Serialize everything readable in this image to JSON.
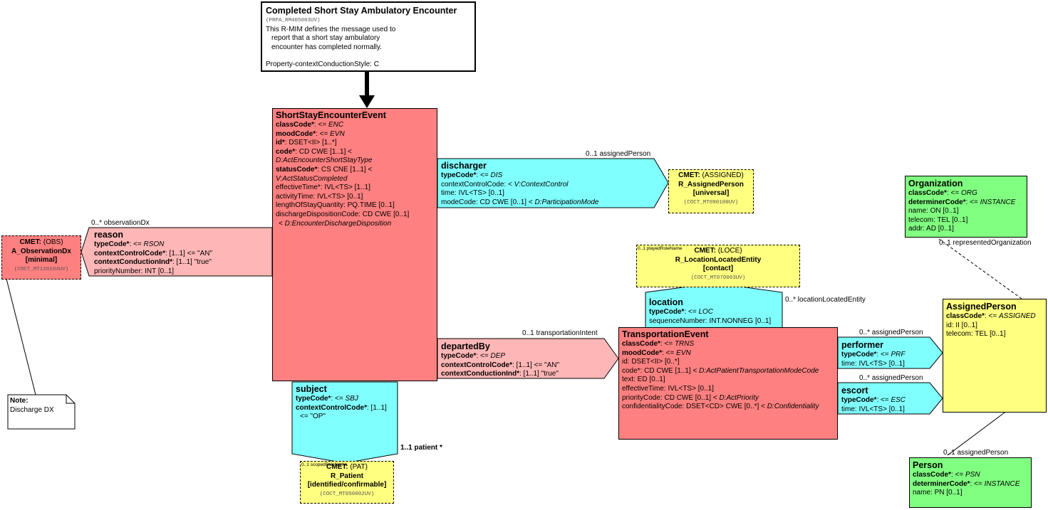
{
  "header": {
    "title": "Completed Short Stay Ambulatory Encounter",
    "id": "(PRPA_RM405003UV)",
    "desc1": "This R-MIM defines the message used to",
    "desc2": "report that a short stay ambulatory",
    "desc3": "encounter has completed normally.",
    "style": "Property-contextConductionStyle: C"
  },
  "shortstay": {
    "title": "ShortStayEncounterEvent",
    "l1a": "classCode*",
    "l1b": ": <= ",
    "l1c": "ENC",
    "l2a": "moodCode*",
    "l2b": ": <= ",
    "l2c": "EVN",
    "l3a": "id*",
    "l3b": ": DSET<II> [1..*]",
    "l4a": "code*",
    "l4b": ": CD CWE [1..1] <",
    "l5": "D:ActEncounterShortStayType",
    "l6a": "statusCode*",
    "l6b": ": CS CNE [1..1] <",
    "l7": "V:ActStatusCompleted",
    "l8": "effectiveTime*: IVL<TS> [1..1]",
    "l9": "activityTime: IVL<TS> [0..1]",
    "l10": "lengthOfStayQuantity: PQ.TIME [0..1]",
    "l11": "dischargeDispositionCode: CD CWE [0..1]",
    "l12": "< D:EncounterDischargeDisposition"
  },
  "discharger": {
    "title": "discharger",
    "l1a": "typeCode*",
    "l1b": ": <= ",
    "l1c": "DIS",
    "l2a": "contextControlCode: < ",
    "l2b": "V:ContextControl",
    "l3": "time: IVL<TS> [0..1]",
    "l4a": "modeCode: CD CWE [0..1] < ",
    "l4b": "D:ParticipationMode",
    "assoc": "0..1 assignedPerson"
  },
  "assignedCmet": {
    "l1a": "CMET:",
    "l1b": " (ASSIGNED)",
    "l2": "R_AssignedPerson",
    "l3": "[universal]",
    "l4": "(COCT_MT090100UV)"
  },
  "organization": {
    "title": "Organization",
    "l1a": "classCode*",
    "l1b": ": <= ",
    "l1c": "ORG",
    "l2a": "determinerCode*",
    "l2b": ": <= ",
    "l2c": "INSTANCE",
    "l3": "name: ON [0..1]",
    "l4": "telecom: TEL [0..1]",
    "l5": "addr: AD [0..1]",
    "assoc": "0..1 representedOrganization"
  },
  "obsCmet": {
    "l1a": "CMET:",
    "l1b": " (OBS)",
    "l2": "A_ObservationDx",
    "l3": "[minimal]",
    "l4": "(COCT_MT120104UV)"
  },
  "reason": {
    "title": "reason",
    "l1a": "typeCode*",
    "l1b": ": <= ",
    "l1c": "RSON",
    "l2a": "contextControlCode*",
    "l2b": ": [1..1] <= \"AN\"",
    "l3a": "contextConductionInd*",
    "l3b": ": [1..1] \"true\"",
    "l4": "priorityNumber: INT [0..1]",
    "assoc": "0..* observationDx"
  },
  "locationCmet": {
    "small": "0..1 playedRoleName",
    "l1a": "CMET:",
    "l1b": " (LOCE)",
    "l2": "R_LocationLocatedEntity",
    "l3": "[contact]",
    "l4": "(COCT_MT070003UV)"
  },
  "location": {
    "title": "location",
    "l1a": "typeCode*",
    "l1b": ": <= ",
    "l1c": "LOC",
    "l2": "sequenceNumber: INT.NONNEG [0..1]",
    "assoc": "0..* locationLocatedEntity"
  },
  "assignedPerson": {
    "title": "AssignedPerson",
    "l1a": "classCode*",
    "l1b": ": <= ",
    "l1c": "ASSIGNED",
    "l2": "id: II [0..1]",
    "l3": "telecom: TEL [0..1]"
  },
  "departedBy": {
    "title": "departedBy",
    "l1a": "typeCode*",
    "l1b": ": <= ",
    "l1c": "DEP",
    "l2a": "contextControlCode*",
    "l2b": ": [1..1] <= \"AN\"",
    "l3a": "contextConductionInd*",
    "l3b": ": [1..1] \"true\"",
    "assoc": "0..1 transportationIntent"
  },
  "transport": {
    "title": "TransportationEvent",
    "l1a": "classCode*",
    "l1b": ": <= ",
    "l1c": "TRNS",
    "l2a": "moodCode*",
    "l2b": ": <= ",
    "l2c": "EVN",
    "l3": "id: DSET<II> [0..*]",
    "l4a": "code*: CD CWE [1..1] < ",
    "l4b": "D:ActPatientTransportationModeCode",
    "l5": "text: ED [0..1]",
    "l6": "effectiveTime: IVL<TS> [0..1]",
    "l7a": "priorityCode: CD CWE [0..1] < ",
    "l7b": "D:ActPriority",
    "l8a": "confidentialityCode: DSET<CD> CWE [0..*] < ",
    "l8b": "D:Confidentiality"
  },
  "performer": {
    "title": "performer",
    "l1a": "typeCode*",
    "l1b": ": <= ",
    "l1c": "PRF",
    "l2": "time: IVL<TS> [0..1]",
    "assoc": "0..* assignedPerson"
  },
  "escort": {
    "title": "escort",
    "l1a": "typeCode*",
    "l1b": ": <= ",
    "l1c": "ESC",
    "l2": "time: IVL<TS> [0..1]",
    "assoc": "0..* assignedPerson"
  },
  "subject": {
    "title": "subject",
    "l1a": "typeCode*",
    "l1b": ": <= ",
    "l1c": "SBJ",
    "l2a": "contextControlCode*",
    "l2b": ": [1..1]",
    "l3": "<= \"OP\"",
    "assoc": "1..1 patient  *"
  },
  "patientCmet": {
    "small": "0..1 scopedRoleName",
    "l1a": "CMET:",
    "l1b": " (PAT)",
    "l2": "R_Patient",
    "l3": "[identified/confirmable]",
    "l4": "(COCT_MT050002UV)"
  },
  "person": {
    "title": "Person",
    "l1a": "classCode*",
    "l1b": ": <= ",
    "l1c": "PSN",
    "l2a": "determinerCode*",
    "l2b": ": <= ",
    "l2c": "INSTANCE",
    "l3": "name: PN [0..1]",
    "assoc": "0..1 assignedPerson"
  },
  "note": {
    "title": "Note:",
    "text": "Discharge DX"
  },
  "colors": {
    "act": "#ff8080",
    "actRelationship": "#ffb6b6",
    "participation": "#80ffff",
    "entity": "#80ff80",
    "role": "#ffff80"
  }
}
